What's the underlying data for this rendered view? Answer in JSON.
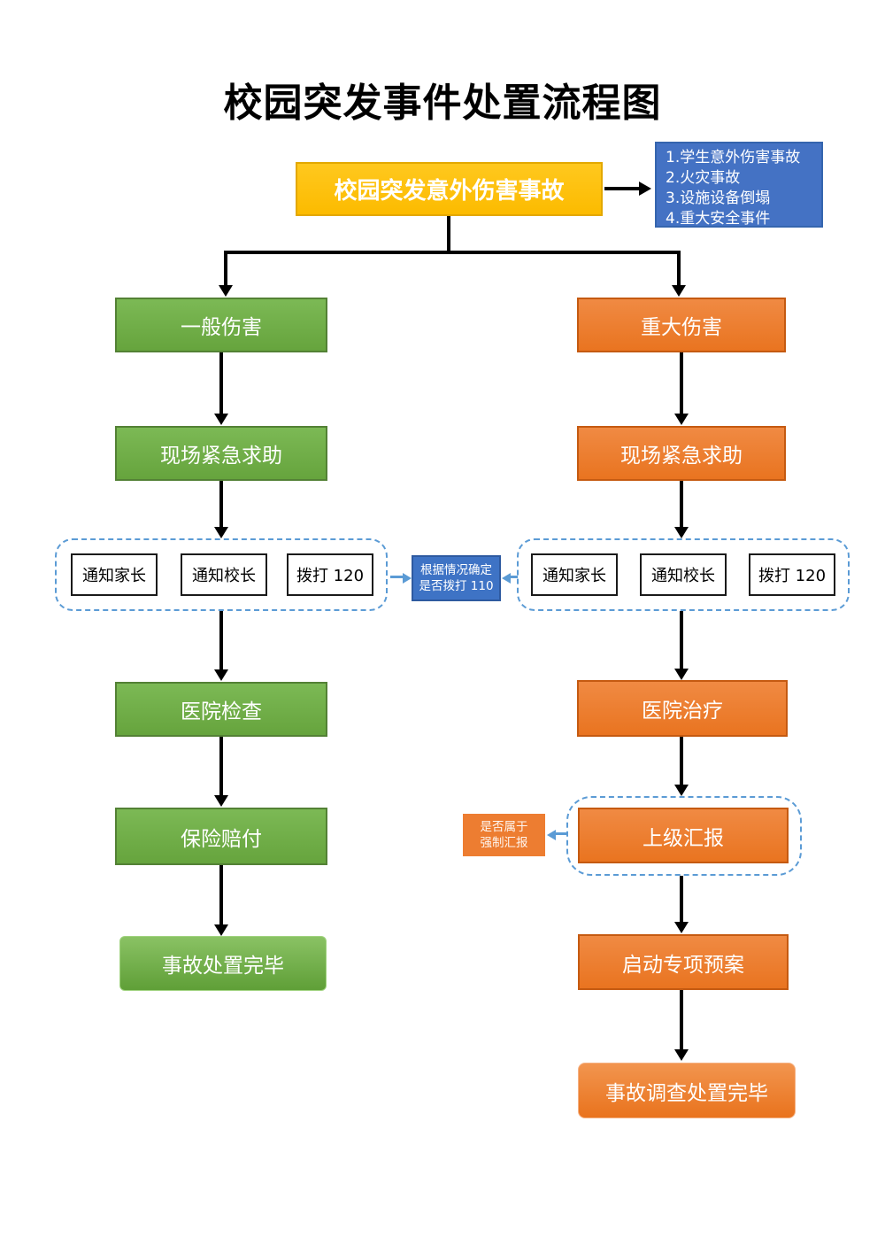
{
  "title": "校园突发事件处置流程图",
  "root": {
    "label": "校园突发意外伤害事故"
  },
  "incident_types": [
    "1.学生意外伤害事故",
    "2.火灾事故",
    "3.设施设备倒塌",
    "4.重大安全事件"
  ],
  "decision_110": {
    "line1": "根据情况确定",
    "line2": "是否拨打 110"
  },
  "left_branch": {
    "severity": "一般伤害",
    "emergency": "现场紧急求助",
    "notify": [
      "通知家长",
      "通知校长",
      "拨打 120"
    ],
    "hospital": "医院检查",
    "insurance": "保险赔付",
    "done": "事故处置完毕"
  },
  "right_branch": {
    "severity": "重大伤害",
    "emergency": "现场紧急求助",
    "notify": [
      "通知家长",
      "通知校长",
      "拨打 120"
    ],
    "hospital": "医院治疗",
    "report": "上级汇报",
    "report_note": {
      "line1": "是否属于",
      "line2": "强制汇报"
    },
    "plan": "启动专项预案",
    "done": "事故调查处置完毕"
  },
  "colors": {
    "root_fill": "#FFC000",
    "general_fill": "#70AD47",
    "major_fill": "#ED7D31",
    "info_fill": "#4472C4",
    "dashed_stroke": "#5B9BD5",
    "connector": "#000000"
  }
}
